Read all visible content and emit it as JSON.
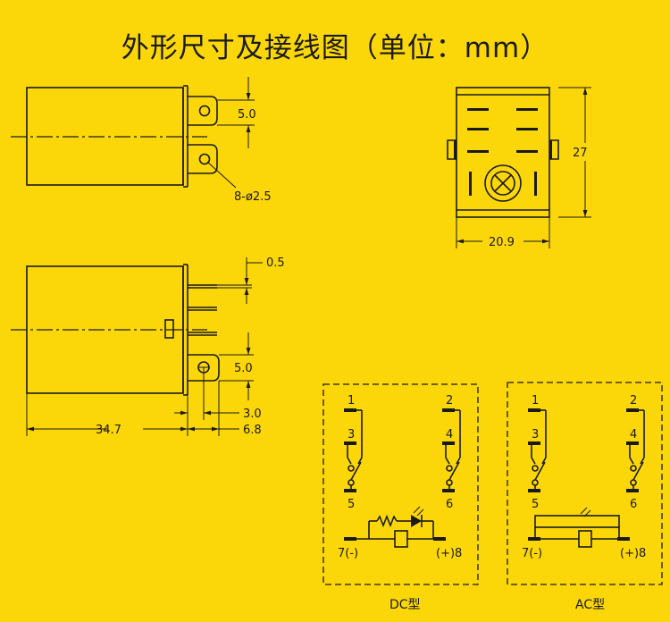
{
  "title": "外形尺寸及接线图（单位：mm）",
  "dimensions": {
    "pin_pitch_top": "5.0",
    "pin_hole": "8-ø2.5",
    "pin_thickness": "0.5",
    "pin_pitch_side": "5.0",
    "pin_offset": "3.0",
    "pin_length": "6.8",
    "body_length": "34.7",
    "height": "27",
    "width": "20.9"
  },
  "wiring": {
    "dc": {
      "label": "DC型",
      "pins": [
        "1",
        "2",
        "3",
        "4",
        "5",
        "6",
        "7(-)",
        "(+)8"
      ]
    },
    "ac": {
      "label": "AC型",
      "pins": [
        "1",
        "2",
        "3",
        "4",
        "5",
        "6",
        "7(-)",
        "(+)8"
      ]
    }
  }
}
